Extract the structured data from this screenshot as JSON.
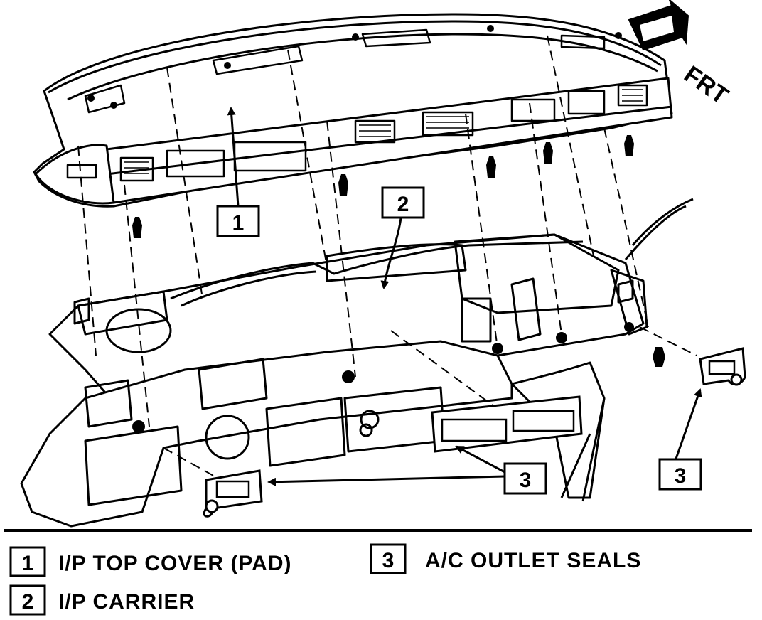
{
  "direction_label": "FRT",
  "callouts": [
    {
      "number": "1"
    },
    {
      "number": "2"
    },
    {
      "number": "3"
    },
    {
      "number": "3"
    }
  ],
  "legend": [
    {
      "number": "1",
      "text": "I/P TOP COVER (PAD)"
    },
    {
      "number": "2",
      "text": "I/P CARRIER"
    },
    {
      "number": "3",
      "text": "A/C OUTLET SEALS"
    }
  ],
  "colors": {
    "ink": "#000000",
    "paper": "#ffffff"
  }
}
